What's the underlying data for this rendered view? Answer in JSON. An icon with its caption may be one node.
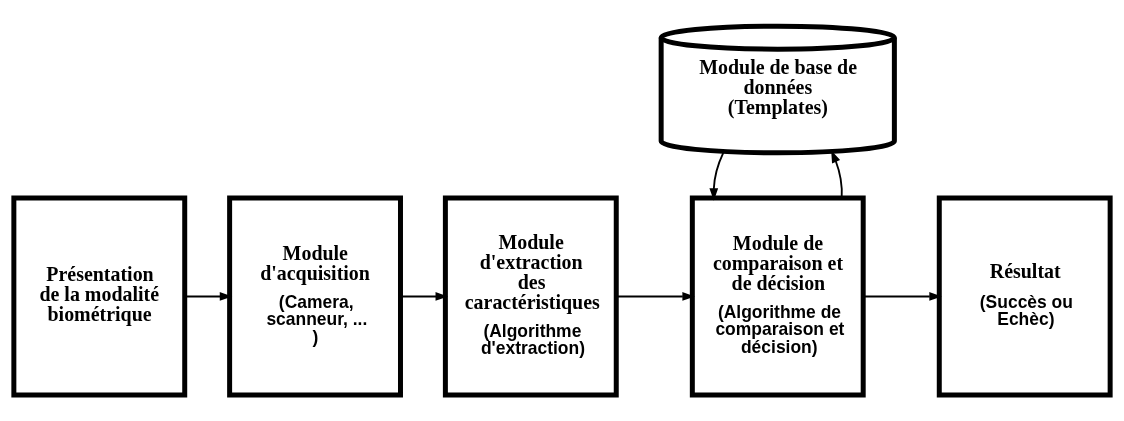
{
  "diagram": {
    "nodes": [
      {
        "text": [
          "Présentation de la modalité biométrique"
        ]
      },
      {
        "text": [
          "Module d'acquisition",
          "(Camera, scanneur, ... )"
        ]
      },
      {
        "text": [
          "Module d'extraction des caractéristiques",
          "(Algorithme d'extraction)"
        ]
      },
      {
        "text": [
          "Module de comparaison et de décision",
          "(Algorithme de comparaison et décision)"
        ]
      },
      {
        "text": [
          "Résultat",
          "(Succès ou Echèc)"
        ]
      },
      {
        "text": [
          "Module de base de données (Templates)"
        ]
      }
    ],
    "edges": [
      {
        "from": 0,
        "to": 1,
        "arrow": "to"
      },
      {
        "from": 1,
        "to": 2,
        "arrow": "to"
      },
      {
        "from": 2,
        "to": 3,
        "arrow": "to"
      },
      {
        "from": 3,
        "to": 4,
        "arrow": "to"
      },
      {
        "from": 3,
        "to": 5,
        "arrow": "to"
      },
      {
        "from": 5,
        "to": 3,
        "arrow": "to"
      }
    ]
  }
}
